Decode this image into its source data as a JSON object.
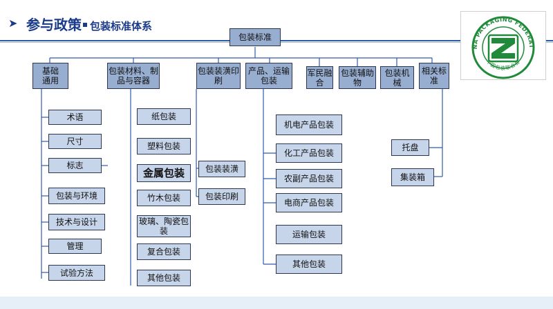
{
  "header": {
    "title_main": "参与政策",
    "title_sub": "包装标准体系"
  },
  "logo": {
    "text_top": "CHINA PACKAGING FEDERATION",
    "text_bottom": "中国包装联合会",
    "color": "#1f8a3a"
  },
  "colors": {
    "box_dark": "#98aed0",
    "box_light": "#c7d5ea",
    "line": "#2e59a8",
    "title": "#1a3a8a"
  },
  "diagram": {
    "root": "包装标准",
    "categories": [
      {
        "label": "基础\n通用",
        "children": [
          "术语",
          "尺寸",
          "标志",
          "包装与环境",
          "技术与设计",
          "管理",
          "试验方法"
        ]
      },
      {
        "label": "包装材料、制\n品与容器",
        "children": [
          "纸包装",
          "塑料包装",
          "金属包装",
          "竹木包装",
          "玻璃、陶瓷包\n装",
          "复合包装",
          "其他包装"
        ]
      },
      {
        "label": "包装装潢印\n刷",
        "children": [
          "包装装潢",
          "包装印刷"
        ]
      },
      {
        "label": "产品、运输\n包装",
        "children": [
          "机电产品包装",
          "化工产品包装",
          "农副产品包装",
          "电商产品包装",
          "运输包装",
          "其他包装"
        ]
      },
      {
        "label": "军民融\n合",
        "children": []
      },
      {
        "label": "包装辅助\n物",
        "children": []
      },
      {
        "label": "包装机械",
        "children": []
      },
      {
        "label": "相关标\n准",
        "children": [
          "托盘",
          "集装箱"
        ]
      }
    ]
  }
}
